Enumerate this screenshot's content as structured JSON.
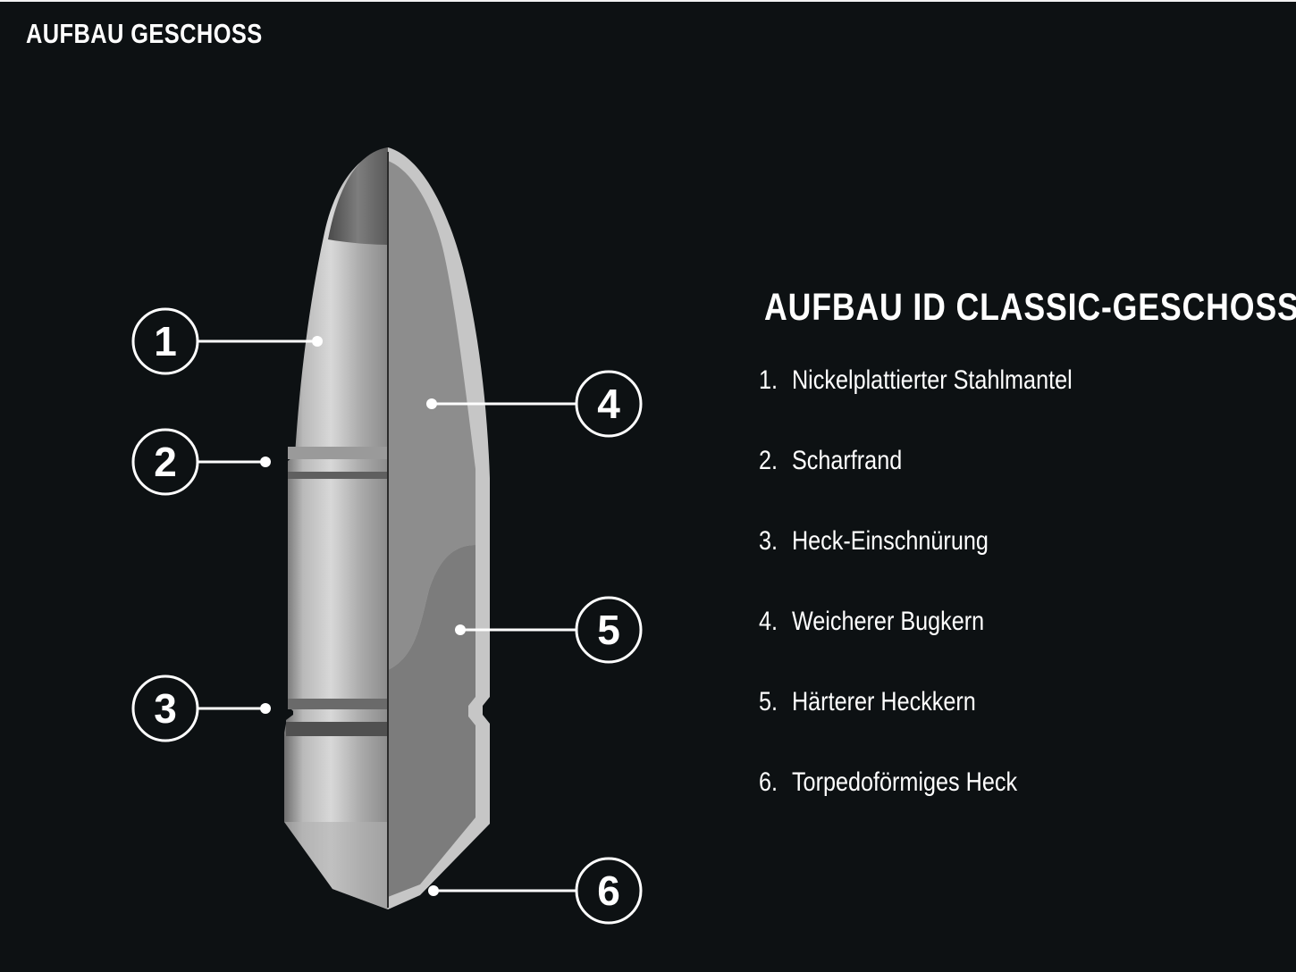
{
  "header": {
    "title": "AUFBAU GESCHOSS"
  },
  "diagram": {
    "callouts": [
      {
        "number": "1"
      },
      {
        "number": "2"
      },
      {
        "number": "3"
      },
      {
        "number": "4"
      },
      {
        "number": "5"
      },
      {
        "number": "6"
      }
    ]
  },
  "legend": {
    "title": "AUFBAU ID CLASSIC-GESCHOSS",
    "items": [
      {
        "number": "1.",
        "label": "Nickelplattierter Stahlmantel"
      },
      {
        "number": "2.",
        "label": "Scharfrand"
      },
      {
        "number": "3.",
        "label": "Heck-Einschnürung"
      },
      {
        "number": "4.",
        "label": "Weicherer Bugkern"
      },
      {
        "number": "5.",
        "label": "Härterer Heckkern"
      },
      {
        "number": "6.",
        "label": "Torpedoförmiges Heck"
      }
    ]
  },
  "colors": {
    "background": "#0d1113",
    "jacket": "#c4c4c4",
    "core_soft": "#8a8a8a",
    "core_hard": "#7a7a7a",
    "tip": "#6f6f6f",
    "text": "#ffffff"
  }
}
